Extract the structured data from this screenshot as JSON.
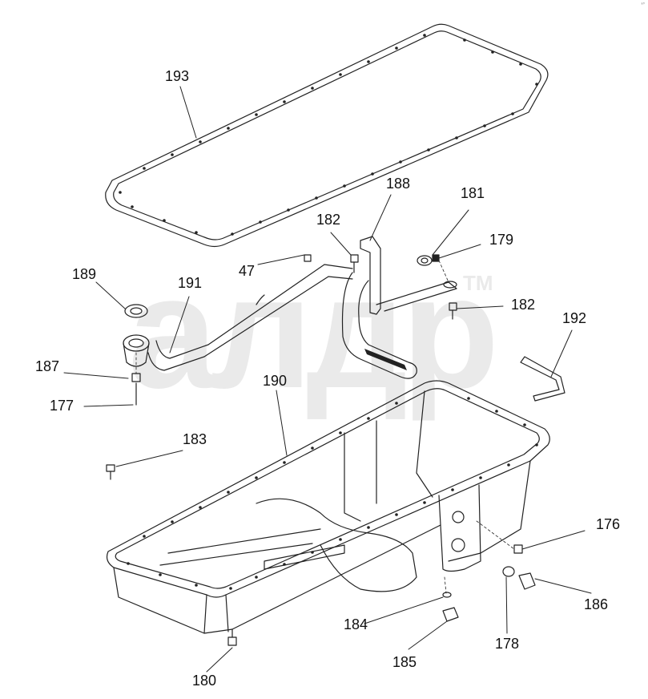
{
  "watermark": {
    "text": "алдр",
    "tm": "TM"
  },
  "corner_mark": "‘’",
  "callouts": [
    {
      "id": "193",
      "text": "193"
    },
    {
      "id": "188",
      "text": "188"
    },
    {
      "id": "181",
      "text": "181"
    },
    {
      "id": "182a",
      "text": "182"
    },
    {
      "id": "179",
      "text": "179"
    },
    {
      "id": "47",
      "text": "47"
    },
    {
      "id": "189",
      "text": "189"
    },
    {
      "id": "191",
      "text": "191"
    },
    {
      "id": "182b",
      "text": "182"
    },
    {
      "id": "192",
      "text": "192"
    },
    {
      "id": "187",
      "text": "187"
    },
    {
      "id": "190",
      "text": "190"
    },
    {
      "id": "177",
      "text": "177"
    },
    {
      "id": "183",
      "text": "183"
    },
    {
      "id": "176",
      "text": "176"
    },
    {
      "id": "186",
      "text": "186"
    },
    {
      "id": "184",
      "text": "184"
    },
    {
      "id": "178",
      "text": "178"
    },
    {
      "id": "185",
      "text": "185"
    },
    {
      "id": "180",
      "text": "180"
    }
  ]
}
